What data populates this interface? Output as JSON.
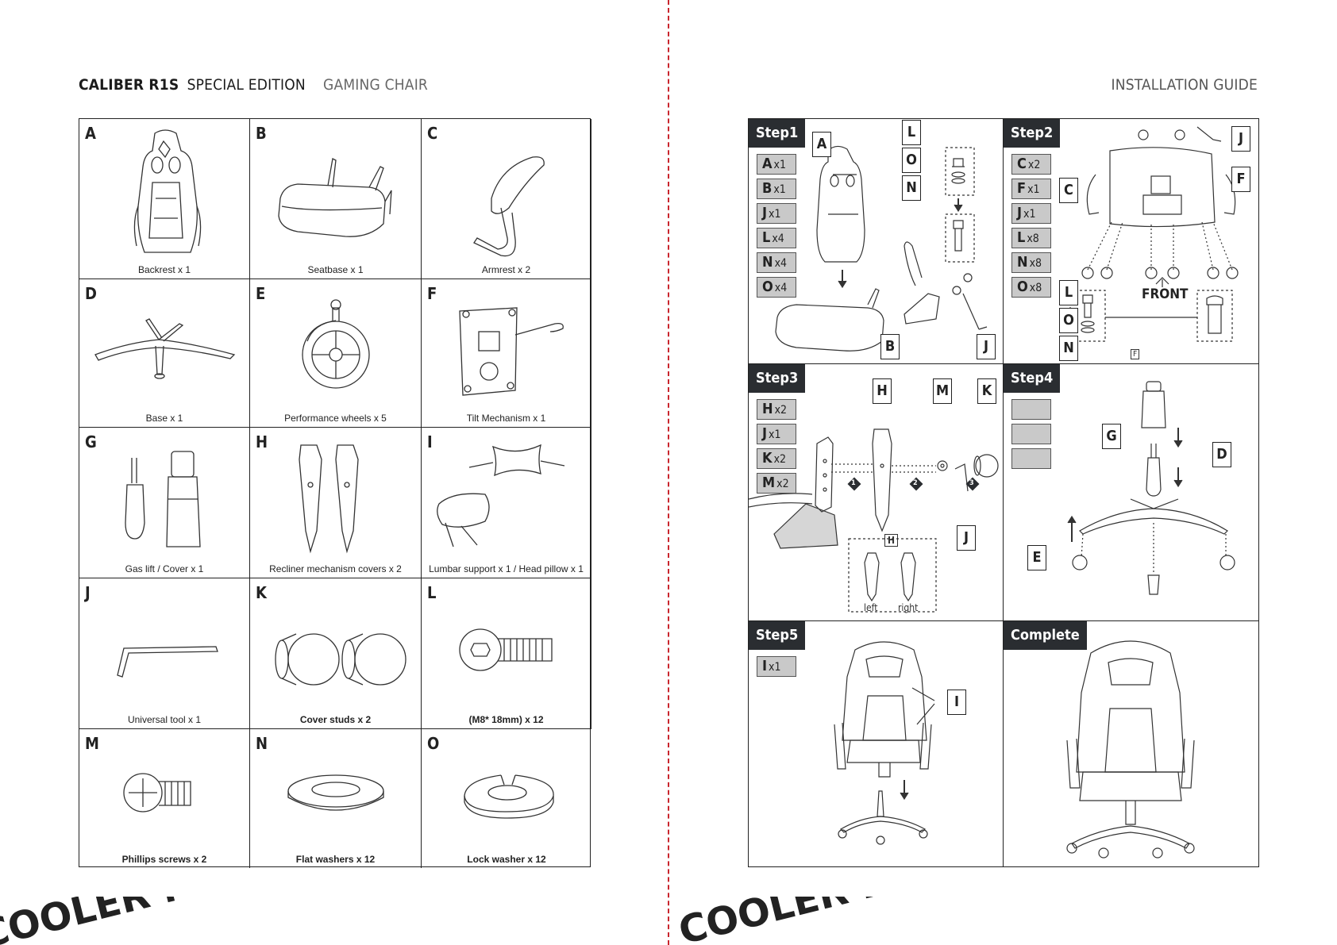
{
  "header": {
    "brand": "CALIBER R1S",
    "edition": "SPECIAL EDITION",
    "product": "GAMING CHAIR",
    "right_title": "INSTALLATION GUIDE"
  },
  "parts": [
    {
      "letter": "A",
      "caption": "Backrest x 1",
      "icon": "backrest-icon"
    },
    {
      "letter": "B",
      "caption": "Seatbase x 1",
      "icon": "seatbase-icon"
    },
    {
      "letter": "C",
      "caption": "Armrest x 2",
      "icon": "armrest-icon"
    },
    {
      "letter": "D",
      "caption": "Base x 1",
      "icon": "base-icon"
    },
    {
      "letter": "E",
      "caption": "Performance wheels x 5",
      "icon": "wheel-icon"
    },
    {
      "letter": "F",
      "caption": "Tilt Mechanism x 1",
      "icon": "tilt-mechanism-icon"
    },
    {
      "letter": "G",
      "caption": "Gas lift / Cover x 1",
      "icon": "gas-lift-icon"
    },
    {
      "letter": "H",
      "caption": "Recliner mechanism covers x 2",
      "icon": "recliner-cover-icon"
    },
    {
      "letter": "I",
      "caption": "Lumbar support x 1 / Head pillow x 1",
      "icon": "pillow-icon"
    },
    {
      "letter": "J",
      "caption": "Universal tool x 1",
      "icon": "allen-key-icon"
    },
    {
      "letter": "K",
      "caption": "Cover studs x 2",
      "icon": "cover-stud-icon"
    },
    {
      "letter": "L",
      "caption": "(M8* 18mm) x 12",
      "icon": "bolt-icon"
    },
    {
      "letter": "M",
      "caption": "Phillips screws x 2",
      "icon": "phillips-screw-icon"
    },
    {
      "letter": "N",
      "caption": "Flat washers x 12",
      "icon": "flat-washer-icon"
    },
    {
      "letter": "O",
      "caption": "Lock washer x 12",
      "icon": "lock-washer-icon"
    }
  ],
  "steps": {
    "step1": {
      "title": "Step1",
      "items": [
        {
          "l": "A",
          "q": "x1"
        },
        {
          "l": "B",
          "q": "x1"
        },
        {
          "l": "J",
          "q": "x1"
        },
        {
          "l": "L",
          "q": "x4"
        },
        {
          "l": "N",
          "q": "x4"
        },
        {
          "l": "O",
          "q": "x4"
        }
      ],
      "callouts": [
        "A",
        "L",
        "O",
        "N",
        "B",
        "J"
      ]
    },
    "step2": {
      "title": "Step2",
      "items": [
        {
          "l": "C",
          "q": "x2"
        },
        {
          "l": "F",
          "q": "x1"
        },
        {
          "l": "J",
          "q": "x1"
        },
        {
          "l": "L",
          "q": "x8"
        },
        {
          "l": "N",
          "q": "x8"
        },
        {
          "l": "O",
          "q": "x8"
        }
      ],
      "callouts": [
        "J",
        "C",
        "F",
        "L",
        "O",
        "N"
      ],
      "front_label": "FRONT",
      "small_label": "F"
    },
    "step3": {
      "title": "Step3",
      "items": [
        {
          "l": "H",
          "q": "x2"
        },
        {
          "l": "J",
          "q": "x1"
        },
        {
          "l": "K",
          "q": "x2"
        },
        {
          "l": "M",
          "q": "x2"
        }
      ],
      "callouts": [
        "H",
        "M",
        "K",
        "J"
      ],
      "inset_label": "H",
      "left_label": "left",
      "right_label": "right",
      "num1": "1",
      "num2": "2",
      "num3": "3"
    },
    "step4": {
      "title": "Step4",
      "callouts": [
        "G",
        "D",
        "E"
      ]
    },
    "step5": {
      "title": "Step5",
      "items": [
        {
          "l": "I",
          "q": "x1"
        }
      ],
      "callouts": [
        "I"
      ]
    },
    "complete": {
      "title": "Complete"
    }
  },
  "banner": {
    "text": "COOLER MASTER • COOLER MASTER • COOLER MASTER •"
  },
  "colors": {
    "divider": "#c9262e",
    "title_bg": "#2a2d31",
    "qty_box": "#c9c9c9"
  }
}
